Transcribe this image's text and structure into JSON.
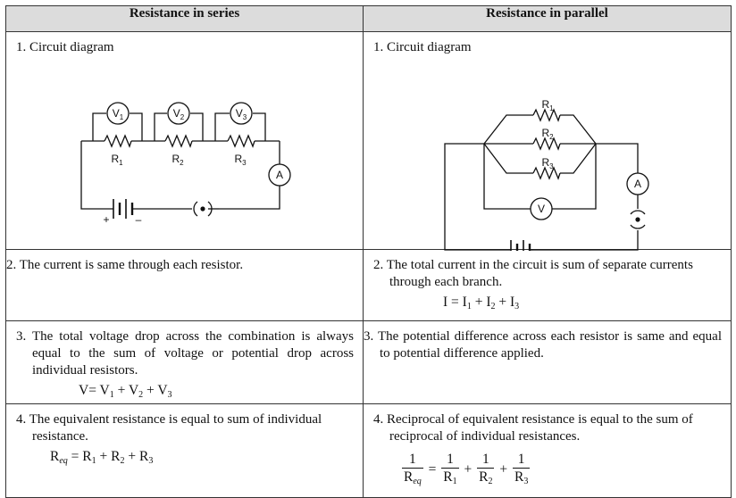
{
  "headers": {
    "series": "Resistance in series",
    "parallel": "Resistance in parallel"
  },
  "series": {
    "point1": "1. Circuit diagram",
    "point2": "2. The current is same through each resistor.",
    "point3": "3. The total voltage drop across the combination is always equal to the sum of voltage or potential drop across individual resistors.",
    "formula3": {
      "lhs": "V= V",
      "s1": "1",
      "p1": " + V",
      "s2": "2",
      "p2": " + V",
      "s3": "3"
    },
    "point4": "4. The equivalent resistance is equal to sum of individual resistance.",
    "formula4": {
      "r": "R",
      "eq": "eq",
      "mid": " = R",
      "s1": "1",
      "p1": " + R",
      "s2": "2",
      "p2": " + R",
      "s3": "3"
    },
    "diagram": {
      "v1": "V",
      "v1s": "1",
      "v2": "V",
      "v2s": "2",
      "v3": "V",
      "v3s": "3",
      "r1": "R",
      "r1s": "1",
      "r2": "R",
      "r2s": "2",
      "r3": "R",
      "r3s": "3",
      "ammeter": "A",
      "plus": "+",
      "minus": "–"
    }
  },
  "parallel": {
    "point1": "1. Circuit diagram",
    "point2": "2. The total current in the circuit is sum of separate currents through each branch.",
    "formula2": {
      "lhs": "I = I",
      "s1": "1",
      "p1": " + I",
      "s2": "2",
      "p2": " + I",
      "s3": "3"
    },
    "point3": "3. The potential difference across each resistor is same and equal to potential difference applied.",
    "point4": "4. Reciprocal of equivalent resistance is equal to the sum of reciprocal of individual resistances.",
    "formula4": {
      "one": "1",
      "req": "R",
      "eq": "eq",
      "equals": "=",
      "r1": "R",
      "r1s": "1",
      "r2": "R",
      "r2s": "2",
      "r3": "R",
      "r3s": "3",
      "plus": "+"
    },
    "diagram": {
      "r1": "R",
      "r1s": "1",
      "r2": "R",
      "r2s": "2",
      "r3": "R",
      "r3s": "3",
      "voltmeter": "V",
      "ammeter": "A",
      "plus": "+",
      "minus": "–"
    }
  }
}
